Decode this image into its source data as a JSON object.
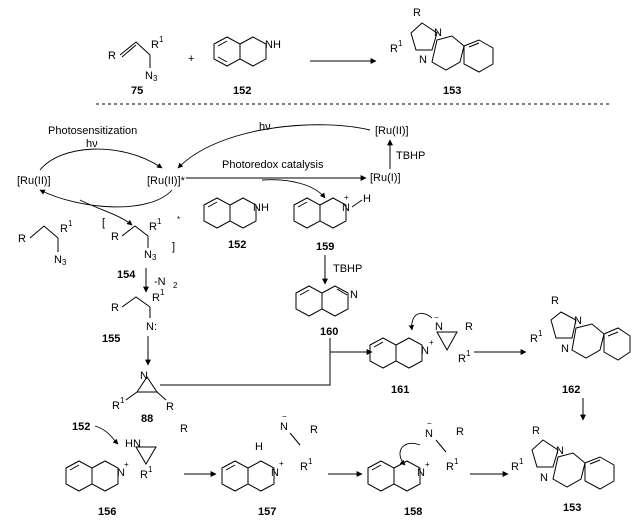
{
  "top": {
    "r_azide": "R",
    "r1_azide": "R",
    "r1_sup": "1",
    "n3": "N",
    "n3_sub": "3",
    "plus": "+",
    "nh": "NH",
    "num_75": "75",
    "num_152": "152",
    "num_153": "153",
    "prod_r": "R",
    "prod_r1": "R",
    "prod_r1_sup": "1",
    "prod_n1": "N",
    "prod_n2": "N"
  },
  "cycle": {
    "photosensitization": "Photosensitization",
    "hv_left": "hν",
    "hv_top": "hν",
    "ru2_left": "[Ru(II)]",
    "ru2_mid": "[Ru(II)]*",
    "ru2_top": "[Ru(II)]",
    "ru1": "[Ru(I)]",
    "tbhp_1": "TBHP",
    "photoredox": "Photoredox catalysis",
    "tbhp_2": "TBHP",
    "minus_n2": "-N",
    "minus_n2_sub": "2"
  },
  "labels": {
    "c152": "152",
    "c159": "159",
    "c154": "154",
    "c155": "155",
    "c160": "160",
    "c161": "161",
    "c162": "162",
    "c88": "88",
    "c152b": "152",
    "c156": "156",
    "c157": "157",
    "c158": "158",
    "c153b": "153"
  },
  "atoms": {
    "R": "R",
    "R1": "R",
    "sup1": "1",
    "N": "N",
    "NH": "NH",
    "HN": "HN",
    "H": "H",
    "N_dots": "N:",
    "N3": "N",
    "sub3": "3",
    "plus": "+",
    "minus": "−",
    "star": "*"
  }
}
